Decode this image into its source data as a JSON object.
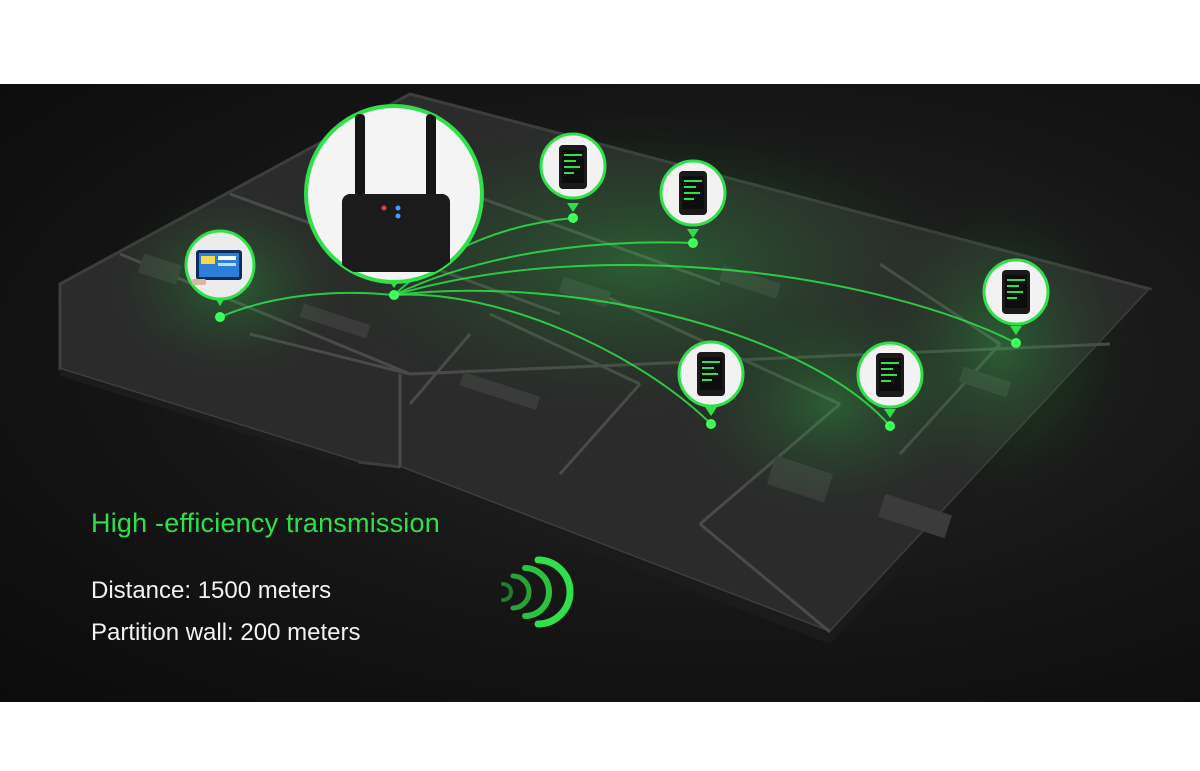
{
  "headline": "High -efficiency transmission",
  "specs": {
    "distance": "Distance: 1500 meters",
    "partition_wall": "Partition wall: 200 meters"
  },
  "colors": {
    "accent_green": "#2fe04a",
    "background": "#141414",
    "text": "#f2f2f2"
  },
  "icons": [
    "router-icon",
    "alarm-panel-icon",
    "smartphone-icon",
    "wifi-signal-icon"
  ]
}
